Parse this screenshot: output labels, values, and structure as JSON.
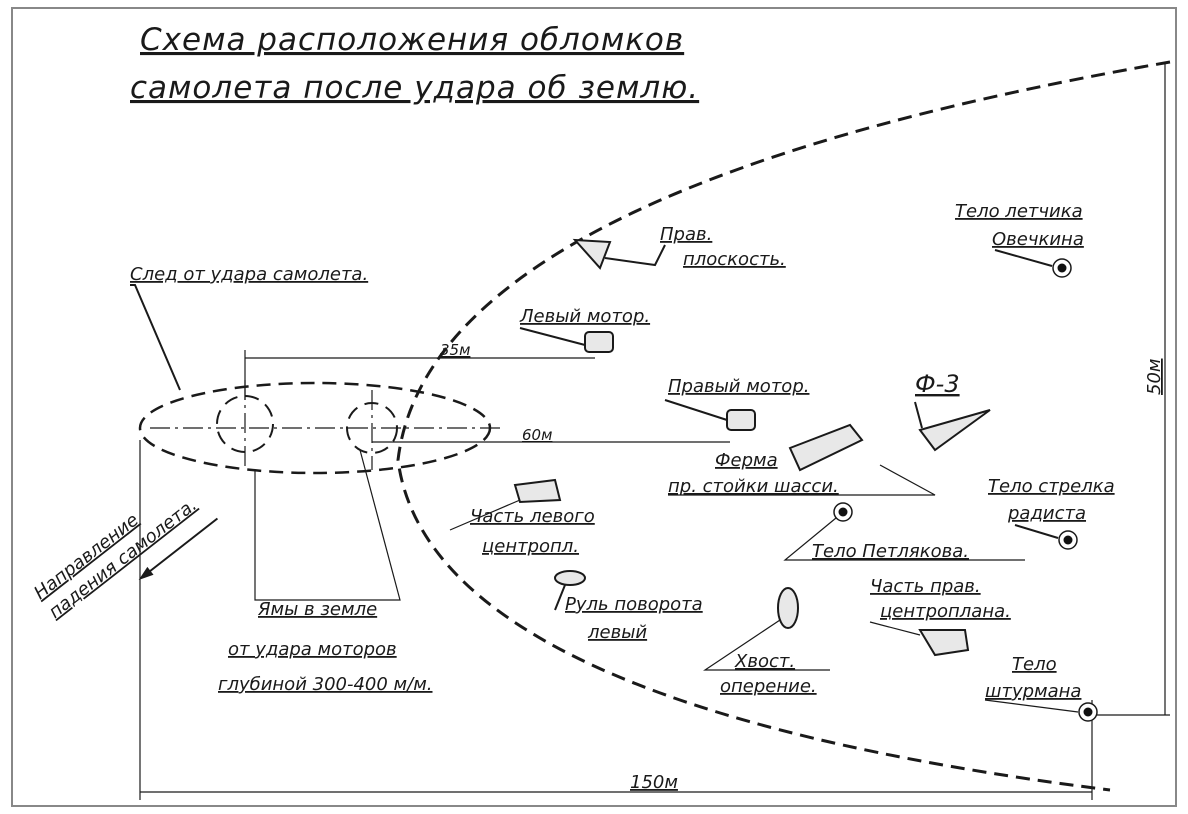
{
  "title": {
    "line1": "Схема расположения обломков",
    "line2": "самолета после удара об землю."
  },
  "labels": {
    "impact_trace": "След от удара самолета.",
    "right_wing_1": "Прав.",
    "right_wing_2": "плоскость.",
    "left_engine": "Левый мотор.",
    "right_engine": "Правый мотор.",
    "f3": "Ф-3",
    "gear_1": "Ферма",
    "gear_2": "пр. стойки шасси.",
    "pilot_1": "Тело летчика",
    "pilot_2": "Овечкина",
    "gunner_1": "Тело стрелка",
    "gunner_2": "радиста",
    "petlyakov": "Тело Петлякова.",
    "left_center_1": "Часть левого",
    "left_center_2": "центропл.",
    "right_center_1": "Часть прав.",
    "right_center_2": "центроплана.",
    "rudder_1": "Руль поворота",
    "rudder_2": "левый",
    "tail_1": "Хвост.",
    "tail_2": "оперение.",
    "navigator_1": "Тело",
    "navigator_2": "штурмана",
    "pits_1": "Ямы в земле",
    "pits_2": "от удара моторов",
    "pits_3": "глубиной 300-400 м/м.",
    "direction_1": "Направление",
    "direction_2": "падения самолета."
  },
  "dimensions": {
    "d35": "35м",
    "d60": "60м",
    "d150": "150м",
    "d50": "50м"
  }
}
